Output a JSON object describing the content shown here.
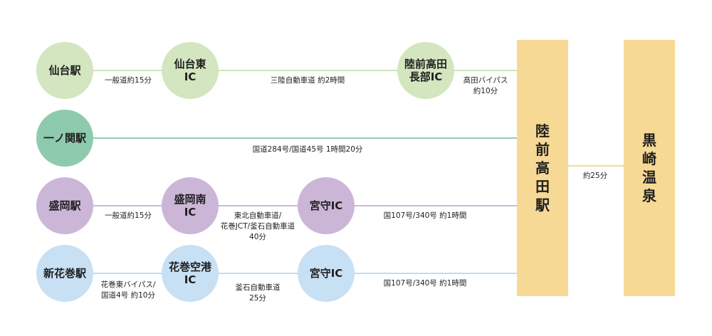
{
  "colors": {
    "route1": "#c9dfb4",
    "route2": "#8ecaae",
    "route3": "#ccb6d8",
    "route4": "#bcd9f0",
    "destination_bar": "#f6d995"
  },
  "route1": {
    "start": "仙台駅",
    "ic1": "仙台東\nIC",
    "ic2": "陸前高田\n長部IC",
    "seg1": "一般道約15分",
    "seg2": "三陸自動車道 約2時間",
    "seg3": "高田バイパス\n約10分"
  },
  "route2": {
    "start": "一ノ関駅",
    "seg1": "国道284号/国道45号 1時間20分"
  },
  "route3": {
    "start": "盛岡駅",
    "ic1": "盛岡南\nIC",
    "ic2": "宮守IC",
    "seg1": "一般道約15分",
    "seg2": "東北自動車道/\n花巻JCT/釜石自動車道\n40分",
    "seg3": "国107号/340号 約1時間"
  },
  "route4": {
    "start": "新花巻駅",
    "ic1": "花巻空港\nIC",
    "ic2": "宮守IC",
    "seg1": "花巻東バイパス/\n国道4号 約10分",
    "seg2": "釜石自動車道\n25分",
    "seg3": "国107号/340号 約1時間"
  },
  "hub": {
    "station": "陸\n前\n高\n田\n駅",
    "to_destination": "約25分",
    "destination": "黒\n崎\n温\n泉"
  }
}
